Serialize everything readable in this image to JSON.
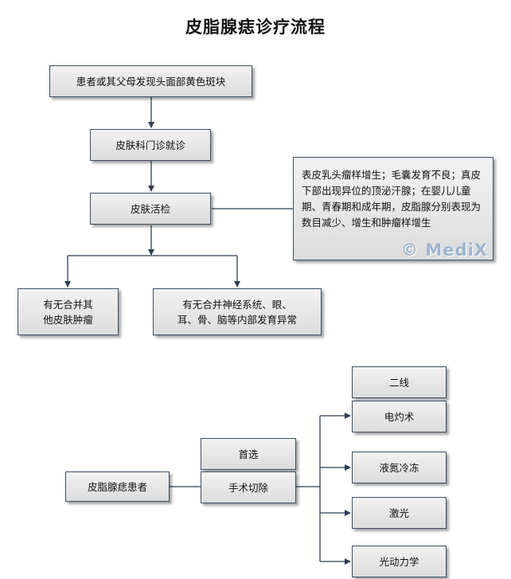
{
  "title": "皮脂腺痣诊疗流程",
  "diagnosis": {
    "step1": "患者或其父母发现头面部黄色斑块",
    "step2": "皮肤科门诊就诊",
    "step3": "皮肤活检",
    "pathology_note": "表皮乳头瘤样增生；毛囊发育不良；真皮下部出现异位的顶泌汗腺；在婴儿儿童期、青春期和成年期，皮脂腺分别表现为数目减少、增生和肿瘤样增生",
    "check_tumor": "有无合并其\n他皮肤肿瘤",
    "check_development": "有无合并神经系统、眼、\n耳、骨、脑等内部发育异常"
  },
  "treatment": {
    "patient": "皮脂腺痣患者",
    "first_choice": "首选",
    "surgery": "手术切除",
    "second_line": "二线",
    "options": [
      "电灼术",
      "液氮冷冻",
      "激光",
      "光动力学"
    ]
  },
  "watermark": "© MediX"
}
